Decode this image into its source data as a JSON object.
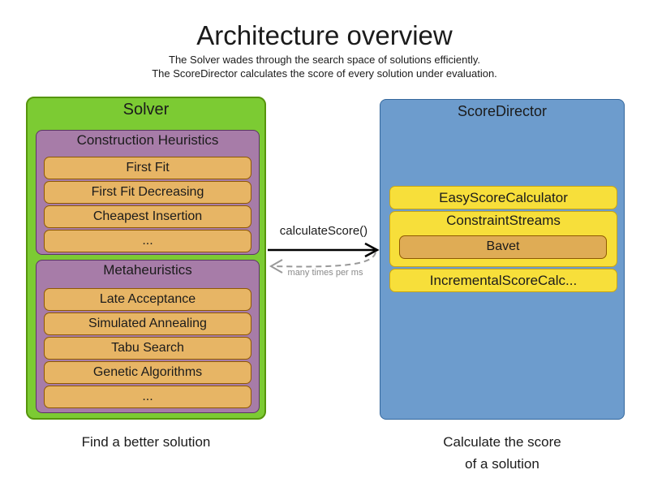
{
  "title": "Architecture overview",
  "subtitle1": "The Solver wades through the search space of solutions efficiently.",
  "subtitle2": "The ScoreDirector calculates the score of every solution under evaluation.",
  "solver": {
    "label": "Solver",
    "caption": "Find a better solution",
    "construction": {
      "label": "Construction Heuristics",
      "items": [
        "First Fit",
        "First Fit Decreasing",
        "Cheapest Insertion",
        "..."
      ]
    },
    "metaheuristics": {
      "label": "Metaheuristics",
      "items": [
        "Late Acceptance",
        "Simulated Annealing",
        "Tabu Search",
        "Genetic Algorithms",
        "..."
      ]
    }
  },
  "score_director": {
    "label": "ScoreDirector",
    "caption_line1": "Calculate the score",
    "caption_line2": "of a solution",
    "calculators": [
      "EasyScoreCalculator",
      "ConstraintStreams",
      "IncrementalScoreCalc..."
    ],
    "bavet_label": "Bavet"
  },
  "arrow": {
    "call_label": "calculateScore()",
    "frequency_label": "many times per ms"
  },
  "colors": {
    "green-fill": "#7CCB33",
    "green-border": "#56950C",
    "purple-fill": "#A77CA8",
    "purple-border": "#5C3566",
    "orange-fill": "#E7B565",
    "orange-border": "#8F5902",
    "blue-fill": "#6D9CCD",
    "blue-border": "#35689D",
    "yellow-fill": "#F7DF3A",
    "yellow-border": "#C8A515",
    "bavet-fill": "#DFAC55",
    "arrow-solid": "#000000",
    "arrow-dashed": "#999999"
  }
}
